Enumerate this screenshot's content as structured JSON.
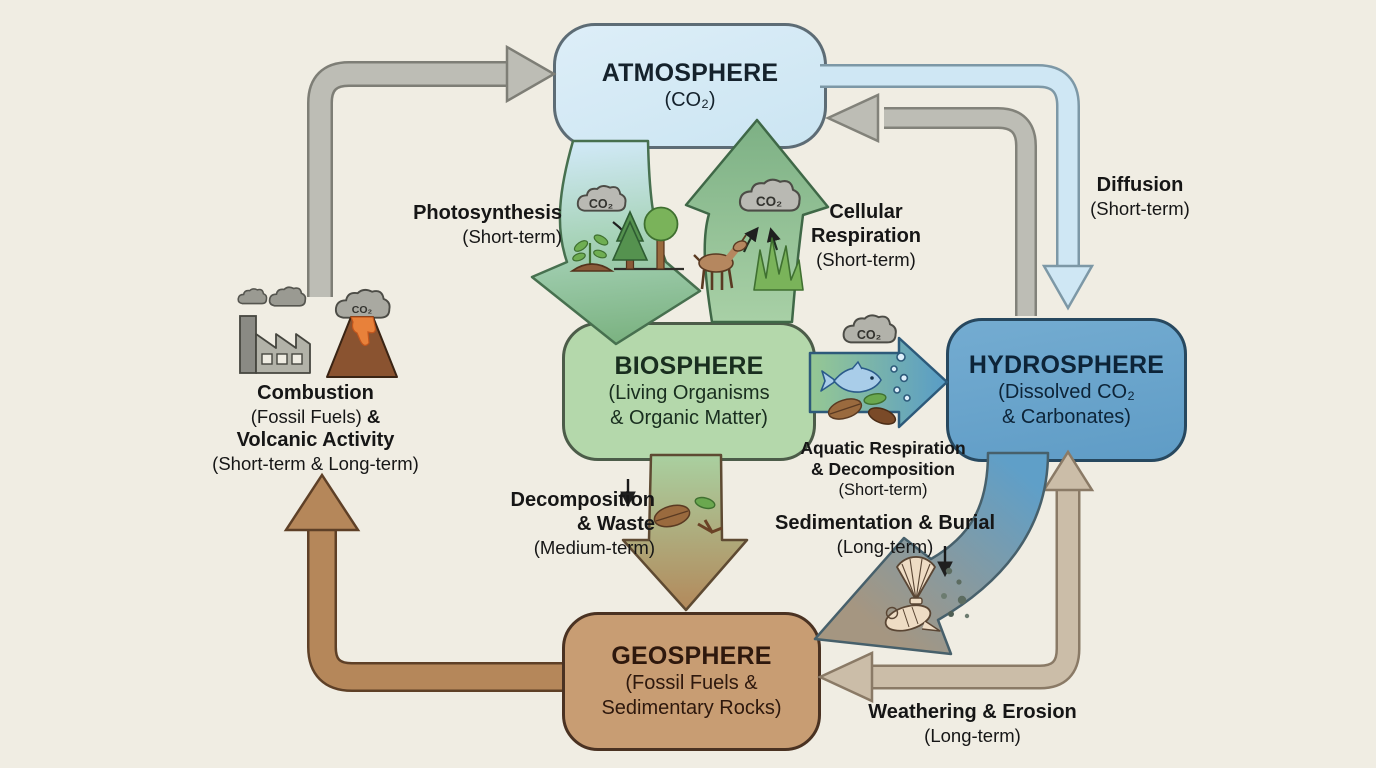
{
  "reservoirs": {
    "atmosphere": {
      "title": "ATMOSPHERE",
      "subtitle": "(CO₂)"
    },
    "biosphere": {
      "title": "BIOSPHERE",
      "sub1": "(Living Organisms",
      "sub2": "& Organic Matter)"
    },
    "hydrosphere": {
      "title": "HYDROSPHERE",
      "sub1": "(Dissolved CO₂",
      "sub2": "& Carbonates)"
    },
    "geosphere": {
      "title": "GEOSPHERE",
      "sub1": "(Fossil Fuels &",
      "sub2": "Sedimentary Rocks)"
    }
  },
  "processes": {
    "photosynthesis": {
      "name": "Photosynthesis",
      "term": "(Short-term)"
    },
    "cellular_respiration": {
      "line1": "Cellular",
      "line2": "Respiration",
      "term": "(Short-term)"
    },
    "diffusion": {
      "name": "Diffusion",
      "term": "(Short-term)"
    },
    "combustion": {
      "line1": "Combustion",
      "line2a": "(Fossil Fuels)",
      "line2b": "&",
      "line3": "Volcanic Activity",
      "term": "(Short-term & Long-term)"
    },
    "aquatic": {
      "line1": "Aquatic Respiration",
      "line2": "& Decomposition",
      "term": "(Short-term)"
    },
    "decomposition": {
      "line1": "Decomposition",
      "line2": "& Waste",
      "term": "(Medium-term)"
    },
    "sedimentation": {
      "name": "Sedimentation & Burial",
      "term": "(Long-term)"
    },
    "weathering": {
      "name": "Weathering & Erosion",
      "term": "(Long-term)"
    }
  },
  "icons": {
    "co2_label": "CO₂"
  },
  "colors": {
    "background": "#f0ede3",
    "atmosphere_fill": "#d4e9f5",
    "atmosphere_border": "#5d6c75",
    "biosphere_fill": "#b4d8ab",
    "biosphere_border": "#4c5c49",
    "hydrosphere_fill": "#69a5cc",
    "hydrosphere_border": "#27485f",
    "geosphere_fill": "#c89d73",
    "geosphere_border": "#4a3222",
    "arrow_gray": "#bdbdb5",
    "arrow_light_blue": "#cfe7f4",
    "arrow_green": "#8fbc91",
    "arrow_brown": "#b5875a",
    "arrow_tan": "#cbbda8",
    "arrow_blue": "#5f9fc8"
  }
}
